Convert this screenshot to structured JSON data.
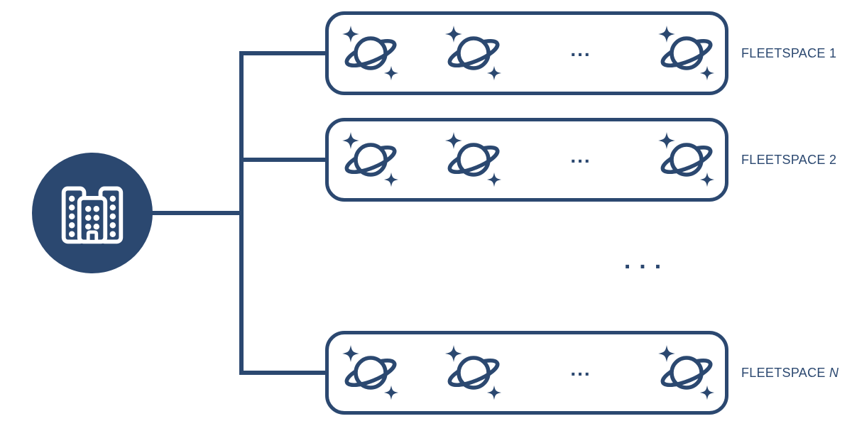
{
  "colors": {
    "navy": "#2B4870",
    "white": "#FFFFFF"
  },
  "hub": {
    "icon": "buildings-icon"
  },
  "fleetspaces": [
    {
      "label_prefix": "FLEETSPACE",
      "label_suffix": "1",
      "suffix_italic": false,
      "planet_count": 3,
      "ellipsis": "..."
    },
    {
      "label_prefix": "FLEETSPACE",
      "label_suffix": "2",
      "suffix_italic": false,
      "planet_count": 3,
      "ellipsis": "..."
    },
    {
      "label_prefix": "FLEETSPACE",
      "label_suffix": "N",
      "suffix_italic": true,
      "planet_count": 3,
      "ellipsis": "..."
    }
  ],
  "separator": {
    "text": "..."
  }
}
